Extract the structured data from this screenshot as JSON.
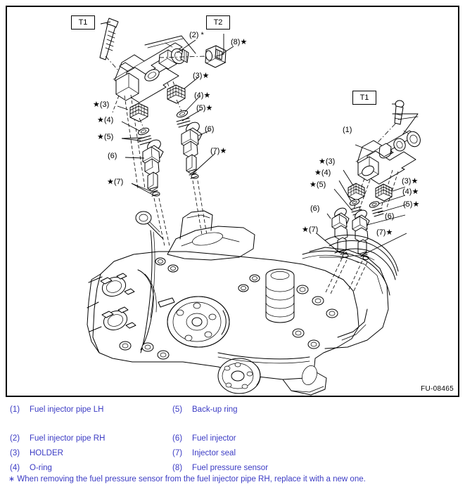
{
  "figure": {
    "code": "FU-08465",
    "tool_boxes": [
      {
        "id": "t1-left",
        "label": "T1"
      },
      {
        "id": "t2-top",
        "label": "T2"
      },
      {
        "id": "t1-right",
        "label": "T1"
      }
    ],
    "callouts": [
      {
        "id": "c-2-asterisk",
        "text": "(2) *"
      },
      {
        "id": "c-8-star",
        "text": "(8)★"
      },
      {
        "id": "c-3-star-mid",
        "text": "(3)★"
      },
      {
        "id": "c-4-star-mid",
        "text": "(4)★"
      },
      {
        "id": "c-5-star-mid",
        "text": "(5)★"
      },
      {
        "id": "c-6-mid",
        "text": "(6)"
      },
      {
        "id": "c-7-star-mid",
        "text": "(7)★"
      },
      {
        "id": "c-star-3-left",
        "text": "★(3)"
      },
      {
        "id": "c-star-4-left",
        "text": "★(4)"
      },
      {
        "id": "c-star-5-left",
        "text": "★(5)"
      },
      {
        "id": "c-6-left",
        "text": "(6)"
      },
      {
        "id": "c-star-7-left",
        "text": "★(7)"
      },
      {
        "id": "c-1-right",
        "text": "(1)"
      },
      {
        "id": "c-star-3-rightgrp",
        "text": "★(3)"
      },
      {
        "id": "c-star-4-rightgrp",
        "text": "★(4)"
      },
      {
        "id": "c-star-5-rightgrp",
        "text": "★(5)"
      },
      {
        "id": "c-6-rightgrp",
        "text": "(6)"
      },
      {
        "id": "c-star-7-rightgrp",
        "text": "★(7)"
      },
      {
        "id": "c-3-star-far",
        "text": "(3)★"
      },
      {
        "id": "c-4-star-far",
        "text": "(4)★"
      },
      {
        "id": "c-5-star-far",
        "text": "(5)★"
      },
      {
        "id": "c-6-far",
        "text": "(6)"
      },
      {
        "id": "c-7-star-far",
        "text": "(7)★"
      }
    ]
  },
  "legend": {
    "column_left": [
      {
        "num": "(1)",
        "label": "Fuel injector pipe LH"
      },
      {
        "num": "(2)",
        "label": "Fuel injector pipe RH"
      },
      {
        "num": "(3)",
        "label": "HOLDER"
      },
      {
        "num": "(4)",
        "label": "O-ring"
      }
    ],
    "column_right": [
      {
        "num": "(5)",
        "label": "Back-up ring"
      },
      {
        "num": "(6)",
        "label": "Fuel injector"
      },
      {
        "num": "(7)",
        "label": "Injector seal"
      },
      {
        "num": "(8)",
        "label": "Fuel pressure sensor"
      }
    ],
    "footnote_mark": "∗",
    "footnote": "When removing the fuel pressure sensor from the fuel injector pipe RH, replace it with a new one."
  },
  "colors": {
    "legend_text": "#3b3bc4",
    "line_art": "#000000",
    "background": "#ffffff"
  }
}
